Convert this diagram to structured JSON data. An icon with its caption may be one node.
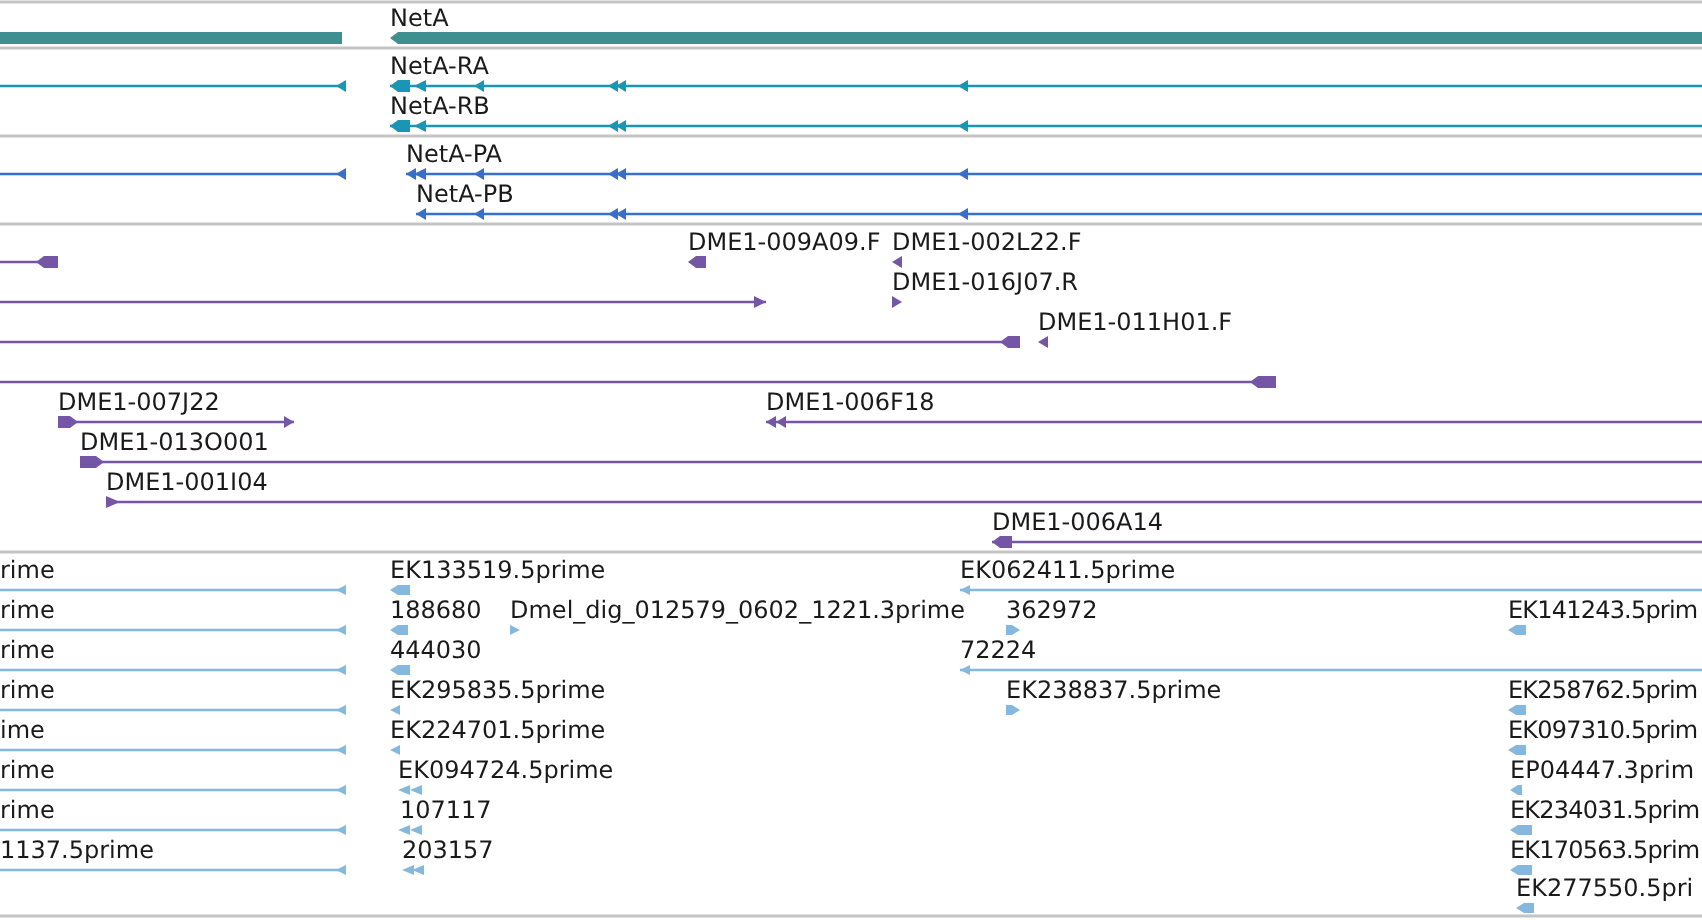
{
  "diagram": {
    "labels": [
      "NetA",
      "NetA-RA",
      "NetA-RB",
      "NetA-PA",
      "NetA-PB",
      "DME1-009A09.F",
      "DME1-002L22.F",
      "DME1-016J07.R",
      "DME1-011H01.F",
      "DME1-007J22",
      "DME1-006F18",
      "DME1-013O001",
      "DME1-001I04",
      "DME1-006A14",
      "rime",
      "EK133519.5prime",
      "EK062411.5prime",
      "rime",
      "188680",
      "Dmel_dig_012579_0602_1221.3prime",
      "362972",
      "EK141243.5prim",
      "rime",
      "444030",
      "72224",
      "rime",
      "EK295835.5prime",
      "EK238837.5prime",
      "EK258762.5prim",
      "ime",
      "EK224701.5prime",
      "EK097310.5prim",
      "rime",
      "EK094724.5prime",
      "EP04447.3prim",
      "rime",
      "107117",
      "EK234031.5prim",
      "1137.5prime",
      "203157",
      "EK170563.5prim",
      "EK277550.5pri"
    ]
  }
}
